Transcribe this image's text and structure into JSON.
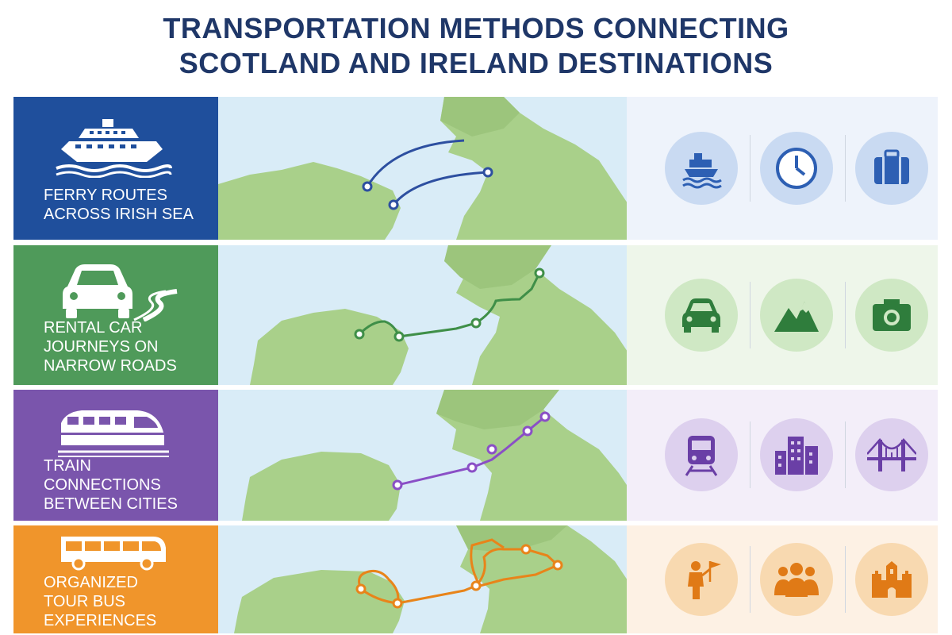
{
  "title": {
    "line1": "TRANSPORTATION METHODS CONNECTING",
    "line2": "SCOTLAND AND IRELAND DESTINATIONS"
  },
  "rows": [
    {
      "id": "ferry",
      "label_lines": [
        "FERRY ROUTES",
        "ACROSS IRISH SEA"
      ],
      "color": "#1f4f9c",
      "icon_bg": "#c9daf2",
      "icon_color": "#2d5fb3",
      "icons": [
        "ferry-icon",
        "clock-icon",
        "suitcase-icon"
      ]
    },
    {
      "id": "car",
      "label_lines": [
        "RENTAL CAR",
        "JOURNEYS ON",
        "NARROW ROADS"
      ],
      "color": "#4f9a5a",
      "icon_bg": "#cfe8c4",
      "icon_color": "#2f7d3c",
      "icons": [
        "car-icon",
        "mountain-icon",
        "camera-icon"
      ]
    },
    {
      "id": "train",
      "label_lines": [
        "TRAIN",
        "CONNECTIONS",
        "BETWEEN CITIES"
      ],
      "color": "#7a55ac",
      "icon_bg": "#ddd0ee",
      "icon_color": "#6a3fa6",
      "icons": [
        "train-icon",
        "city-buildings-icon",
        "bridge-icon"
      ]
    },
    {
      "id": "bus",
      "label_lines": [
        "ORGANIZED",
        "TOUR BUS",
        "EXPERIENCES"
      ],
      "color": "#f0952b",
      "icon_bg": "#f8d9b0",
      "icon_color": "#e07a16",
      "icons": [
        "tour-guide-icon",
        "group-icon",
        "castle-icon"
      ]
    }
  ],
  "map_colors": {
    "water": "#d9ecf7",
    "land": "#a9d08a",
    "land_dark": "#9cc57c"
  }
}
